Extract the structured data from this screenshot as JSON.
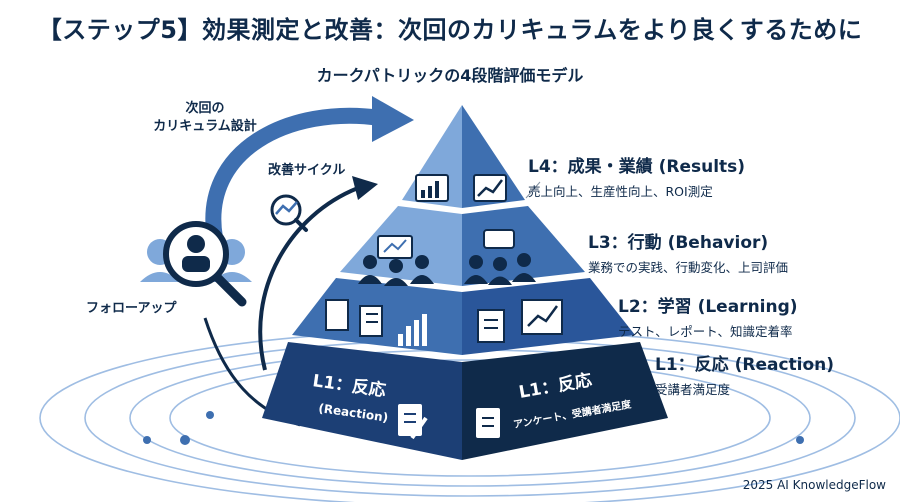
{
  "title": "【ステップ5】効果測定と改善：次回のカリキュラムをより良くするために",
  "subtitle": "カークパトリックの4段階評価モデル",
  "levels": [
    {
      "heading": "L4：成果・業績 (Results)",
      "description": "売上向上、生産性向上、ROI測定"
    },
    {
      "heading": "L3：行動 (Behavior)",
      "description": "業務での実践、行動変化、上司評価"
    },
    {
      "heading": "L2：学習 (Learning)",
      "description": "テスト、レポート、知識定着率"
    },
    {
      "heading": "L1：反応 (Reaction)",
      "description": "受講者満足度"
    }
  ],
  "pyramid_faces": {
    "left_title": "L1：反応",
    "left_sub": "(Reaction)",
    "right_title": "L1：反応",
    "right_sub": "アンケート、受講者満足度"
  },
  "cycle": {
    "next_curriculum": [
      "次回の",
      "カリキュラム設計"
    ],
    "improvement": "改善サイクル",
    "follow_up": "フォローアップ"
  },
  "footer": "2025 AI KnowledgeFlow",
  "colors": {
    "navy": "#0f2a4a",
    "dark_blue": "#1c3f75",
    "mid_blue": "#3e6fb0",
    "light_blue": "#7fa8da",
    "pale_blue": "#b9d1ee"
  }
}
